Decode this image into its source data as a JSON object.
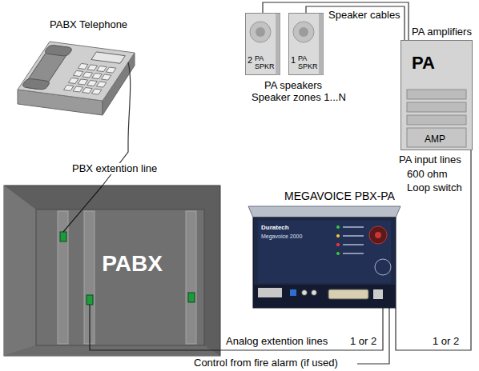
{
  "diagram": {
    "nodes": [
      {
        "text": [
          "PABX Telephone"
        ]
      },
      {
        "text": [
          "2",
          "PA SPKR"
        ]
      },
      {
        "text": [
          "1",
          "PA SPKR"
        ]
      },
      {
        "text": [
          "PA amplifiers",
          "PA",
          "AMP"
        ]
      },
      {
        "text": [
          "PABX"
        ]
      },
      {
        "text": [
          "MEGAVOICE PBX-PA",
          "Duratech",
          "Megavoice 2000"
        ]
      }
    ],
    "edges": [
      {
        "from": 0,
        "to": 4,
        "arrow": "none",
        "label": "PBX extention line"
      },
      {
        "from": 3,
        "to": 1,
        "arrow": "none",
        "label": "Speaker cables"
      },
      {
        "from": 3,
        "to": 2,
        "arrow": "none"
      },
      {
        "from": 4,
        "to": 5,
        "arrow": "none",
        "label": "Analog extention lines"
      },
      {
        "from": 5,
        "to": 3,
        "arrow": "none",
        "label": "1 or 2"
      }
    ],
    "labels": [
      "PA speakers",
      "Speaker zones 1...N",
      "PA input lines",
      "600 ohm",
      "Loop switch",
      "1 or 2",
      "Control from fire alarm (if used)"
    ]
  }
}
